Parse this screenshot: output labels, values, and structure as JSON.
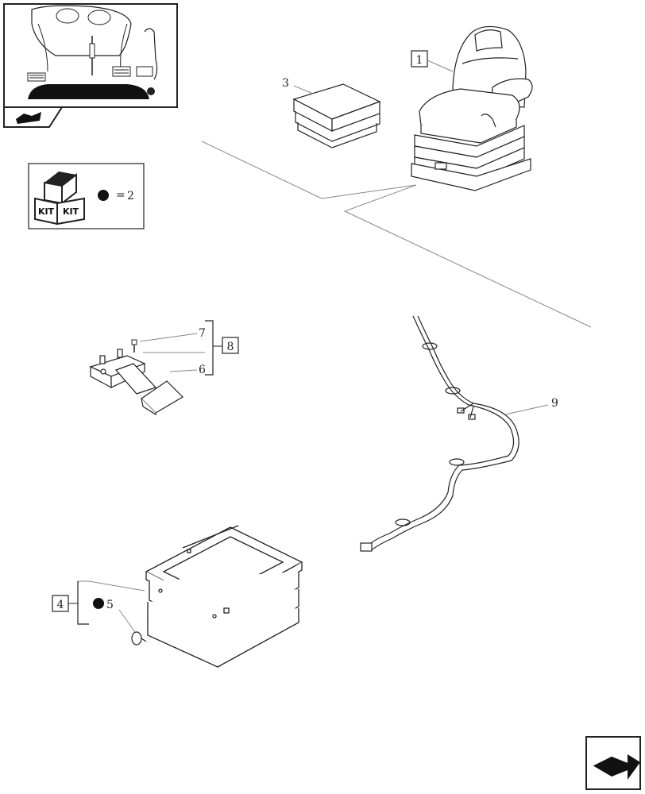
{
  "diagram": {
    "callouts": {
      "seat": "1",
      "kit_qty": "2",
      "cushion": "3",
      "bellows_kit": "4",
      "plug": "5",
      "pedal_pad": "6",
      "screw": "7",
      "pedal_kit": "8",
      "harness": "9"
    },
    "kit_badge": {
      "word": "KIT",
      "equals": "="
    }
  },
  "colors": {
    "line": "#222222",
    "leader": "#888888",
    "background": "#ffffff"
  },
  "icons": {
    "thumbnail": "tractor-cab-overview-icon",
    "thumbnail_tab": "back-arrow-icon",
    "kit": "kit-boxes-icon",
    "bullet": "black-dot-icon",
    "next_page": "next-page-arrow-icon"
  }
}
